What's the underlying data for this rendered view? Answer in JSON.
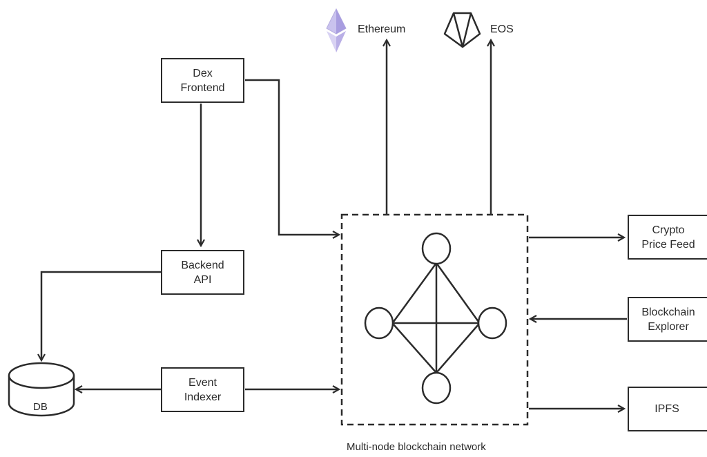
{
  "diagram": {
    "top_chains": [
      {
        "label": "Ethereum",
        "icon": "ethereum-icon"
      },
      {
        "label": "EOS",
        "icon": "eos-icon"
      }
    ],
    "nodes": {
      "dex_frontend": {
        "line1": "Dex",
        "line2": "Frontend"
      },
      "backend_api": {
        "line1": "Backend",
        "line2": "API"
      },
      "event_indexer": {
        "line1": "Event",
        "line2": "Indexer"
      },
      "crypto_price_feed": {
        "line1": "Crypto",
        "line2": "Price Feed"
      },
      "blockchain_explorer": {
        "line1": "Blockchain",
        "line2": "Explorer"
      },
      "ipfs": {
        "line1": "IPFS"
      },
      "db": {
        "label": "DB"
      }
    },
    "network_caption": "Multi-node blockchain network"
  }
}
